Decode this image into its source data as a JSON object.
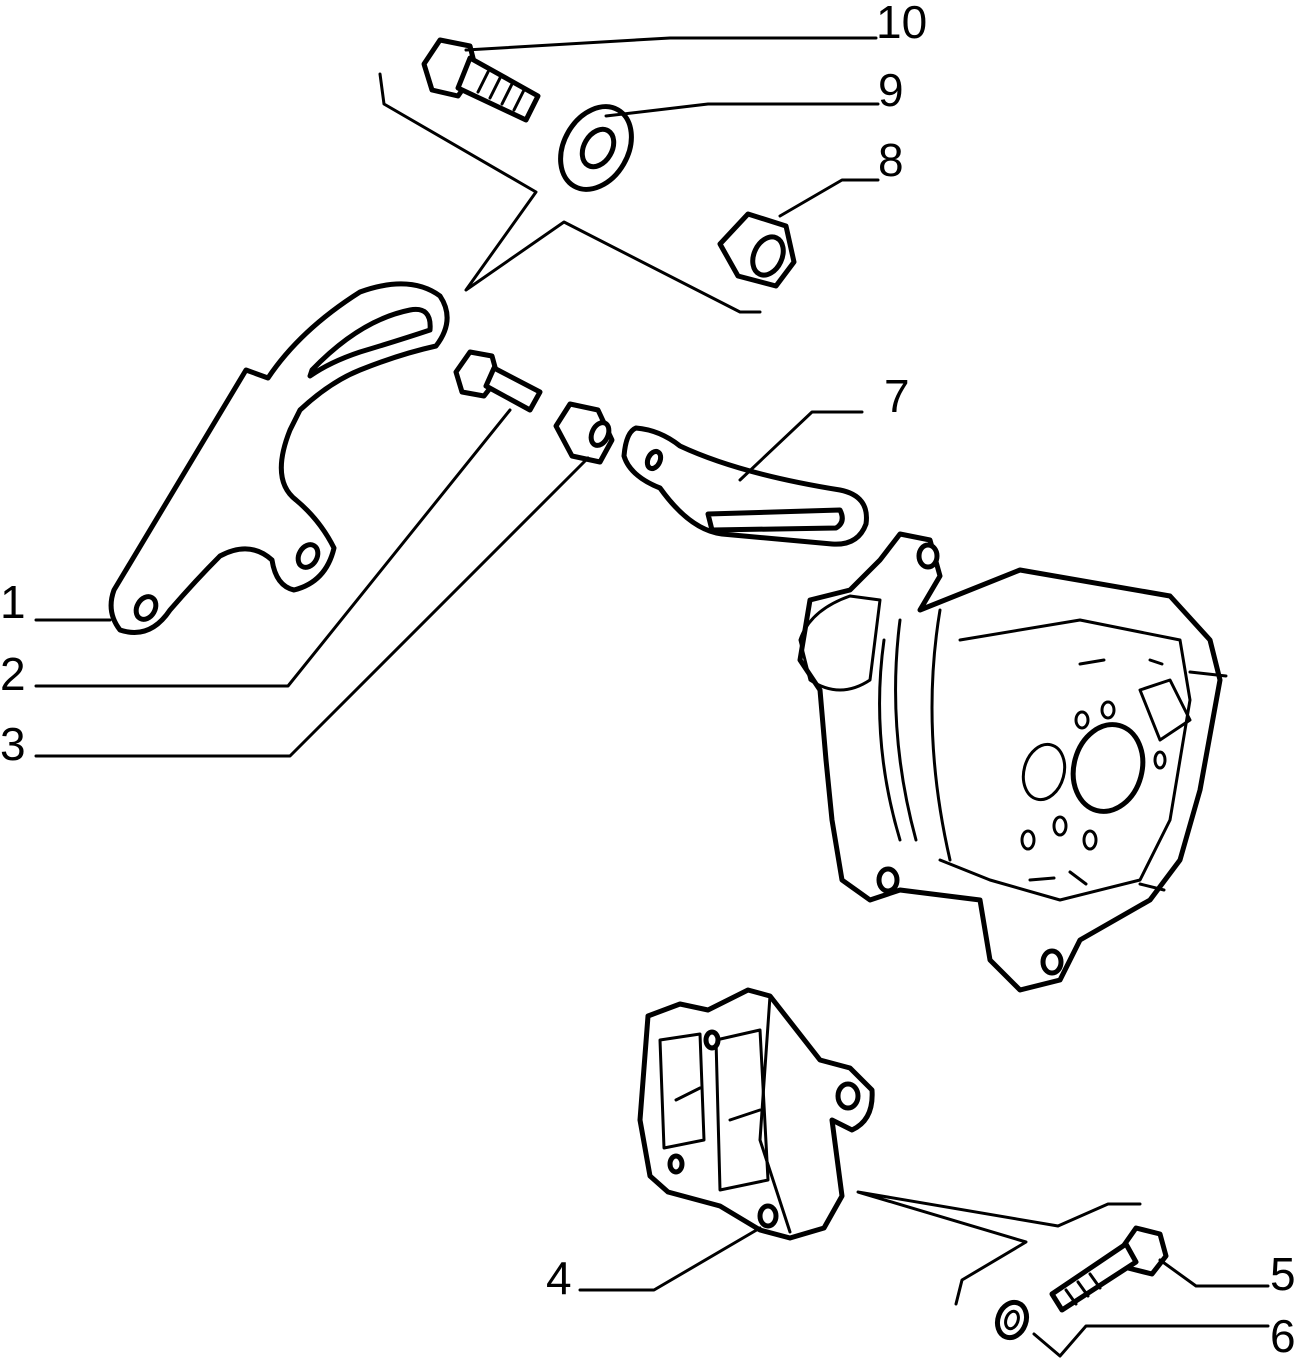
{
  "callouts": [
    {
      "id": "1",
      "label": "1"
    },
    {
      "id": "2",
      "label": "2"
    },
    {
      "id": "3",
      "label": "3"
    },
    {
      "id": "4",
      "label": "4"
    },
    {
      "id": "5",
      "label": "5"
    },
    {
      "id": "6",
      "label": "6"
    },
    {
      "id": "7",
      "label": "7"
    },
    {
      "id": "8",
      "label": "8"
    },
    {
      "id": "9",
      "label": "9"
    },
    {
      "id": "10",
      "label": "10"
    }
  ],
  "colors": {
    "ink": "#000000",
    "paper": "#ffffff"
  }
}
